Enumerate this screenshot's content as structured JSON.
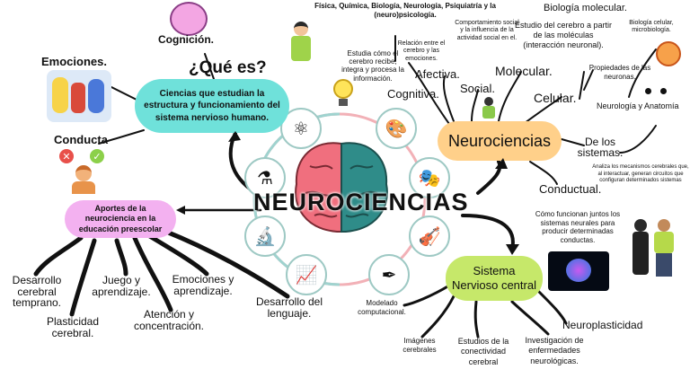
{
  "center": {
    "title": "NEUROCIENCIAS"
  },
  "question": {
    "cognicion": "Cognición.",
    "que_es": "¿Qué es?",
    "definition": "Ciencias que estudian la estructura y funcionamiento del sistema nervioso humano."
  },
  "left_top": {
    "emociones": "Emociones.",
    "conducta": "Conducta"
  },
  "aportes": {
    "title": "Aportes de la neurociencia en la educación preescolar",
    "items": [
      "Desarrollo cerebral temprano.",
      "Plasticidad cerebral.",
      "Juego y aprendizaje.",
      "Atención y concentración.",
      "Emociones y aprendizaje.",
      "Desarrollo del lenguaje."
    ]
  },
  "neurociencias_node": {
    "label": "Neurociencias",
    "top_text": "Física, Química, Biología, Neurología, Psiquiatría y la (neuro)psicología.",
    "branches": {
      "cognitiva": "Cognitiva.",
      "cognitiva_note": "Estudia cómo el cerebro recibe, integra y procesa la información.",
      "afectiva": "Afectiva.",
      "afectiva_note": "Relación entre el cerebro y las emociones.",
      "social": "Social.",
      "social_note": "Comportamiento social y la influencia de la actividad social en el.",
      "molecular": "Molecular.",
      "molecular_title": "Biología molecular.",
      "molecular_note": "Estudio del cerebro a partir de las moléculas (interacción neuronal).",
      "celular": "Celular.",
      "celular_note": "Biología celular, microbiología.",
      "celular_note2": "Propiedades de las neuronas.",
      "anatomia": "Neurología y Anatomía",
      "sistemas": "De los sistemas.",
      "sistemas_note": "Analiza los mecanismos cerebrales que, al interactuar, generan circuitos que configuran determinados sistemas",
      "conductual": "Conductual.",
      "conductual_note": "Cómo funcionan juntos los sistemas neurales para producir determinadas conductas."
    }
  },
  "sistema_nervioso": {
    "label": "Sistema Nervioso central",
    "items": [
      "Modelado computacional.",
      "Imágenes cerebrales",
      "Estudios de la conectividad cerebral",
      "Investigación de enfermedades neurológicas.",
      "Neuroplasticidad"
    ]
  },
  "colors": {
    "cyan": "#6fe1da",
    "orange": "#ffd08a",
    "pink": "#f3b1f0",
    "green": "#c6e86a",
    "brain_left": "#f06f7e",
    "brain_right": "#2f8c89"
  }
}
